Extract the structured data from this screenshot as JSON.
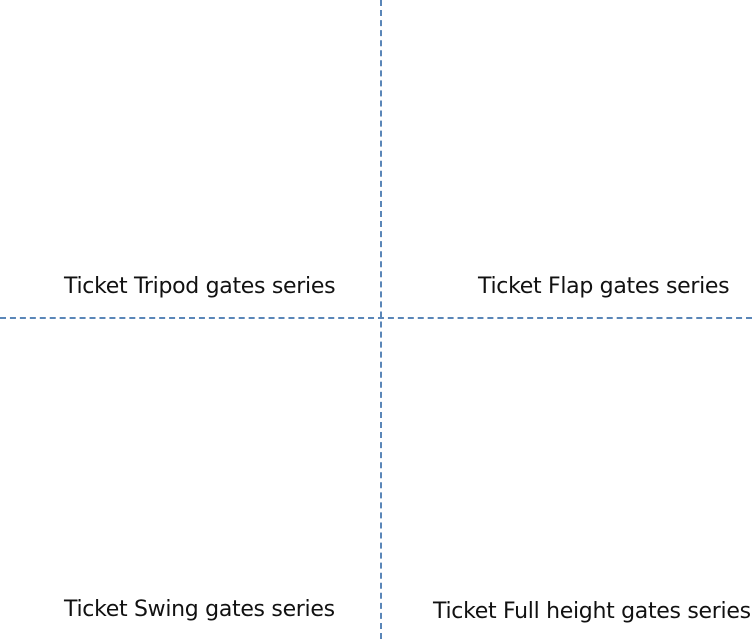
{
  "products": [
    {
      "id": "tripod",
      "caption": "Ticket Tripod gates series",
      "accent": "#3a8ee0"
    },
    {
      "id": "flap",
      "caption": "Ticket Flap gates series",
      "accent": "#3a8ee0"
    },
    {
      "id": "swing",
      "caption": "Ticket Swing gates series",
      "accent": "#2ee02e"
    },
    {
      "id": "full-height",
      "caption": "Ticket Full height gates series",
      "accent": "#e07a20"
    }
  ],
  "divider_color": "#5a86b8"
}
